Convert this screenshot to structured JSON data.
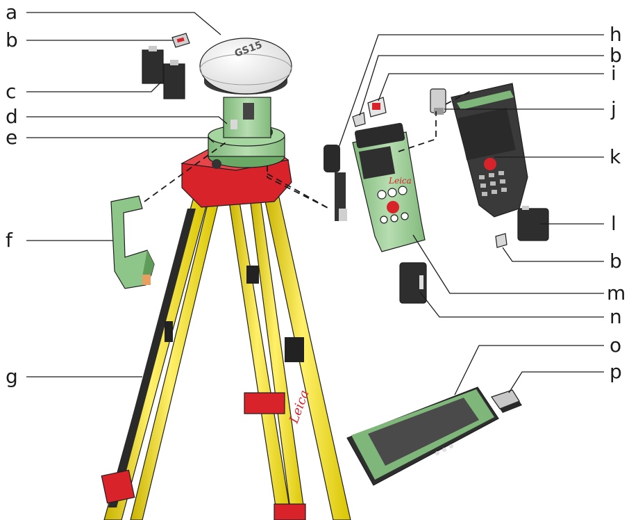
{
  "labels": {
    "a": "a",
    "b_top": "b",
    "c": "c",
    "d": "d",
    "e": "e",
    "f": "f",
    "g": "g",
    "h": "h",
    "b_mid": "b",
    "i": "i",
    "j": "j",
    "k": "k",
    "l": "l",
    "b_low": "b",
    "m": "m",
    "n": "n",
    "o": "o",
    "p": "p"
  },
  "antenna": {
    "model": "GS15"
  },
  "brand": {
    "logo_text": "Leica"
  },
  "colors": {
    "tripod_yellow": "#f2e21b",
    "tripod_red": "#d9232a",
    "device_green": "#9fcf9a",
    "antenna_white": "#f4f4f4",
    "dark": "#2b2b2b"
  }
}
